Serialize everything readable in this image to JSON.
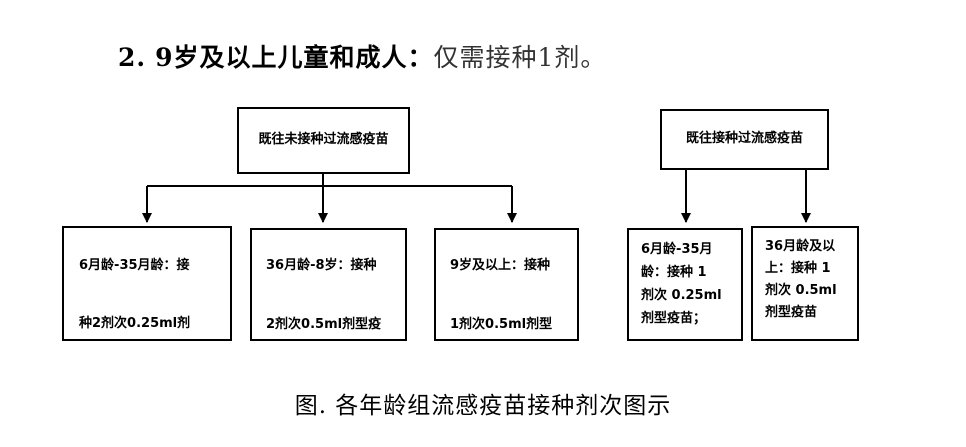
{
  "heading": {
    "number": "2.",
    "age_group": "9岁及以上儿童和成人：",
    "instruction": "仅需接种1剂。"
  },
  "left_tree": {
    "root": "既往未接种过流感疫苗",
    "children": [
      {
        "line1": "6月龄-35月龄：接",
        "line2": "种2剂次0.25ml剂"
      },
      {
        "line1": "36月龄-8岁：接种",
        "line2": "2剂次0.5ml剂型疫"
      },
      {
        "line1": "9岁及以上：接种",
        "line2": "1剂次0.5ml剂型"
      }
    ]
  },
  "right_tree": {
    "root": "既往接种过流感疫苗",
    "children": [
      {
        "lines": [
          "6月龄-35月",
          "龄：接种 1",
          "剂次 0.25ml",
          "剂型疫苗；"
        ]
      },
      {
        "lines": [
          "36月龄及以",
          "上：接种 1",
          "剂次 0.5ml",
          "剂型疫苗"
        ]
      }
    ]
  },
  "caption": "图. 各年龄组流感疫苗接种剂次图示"
}
